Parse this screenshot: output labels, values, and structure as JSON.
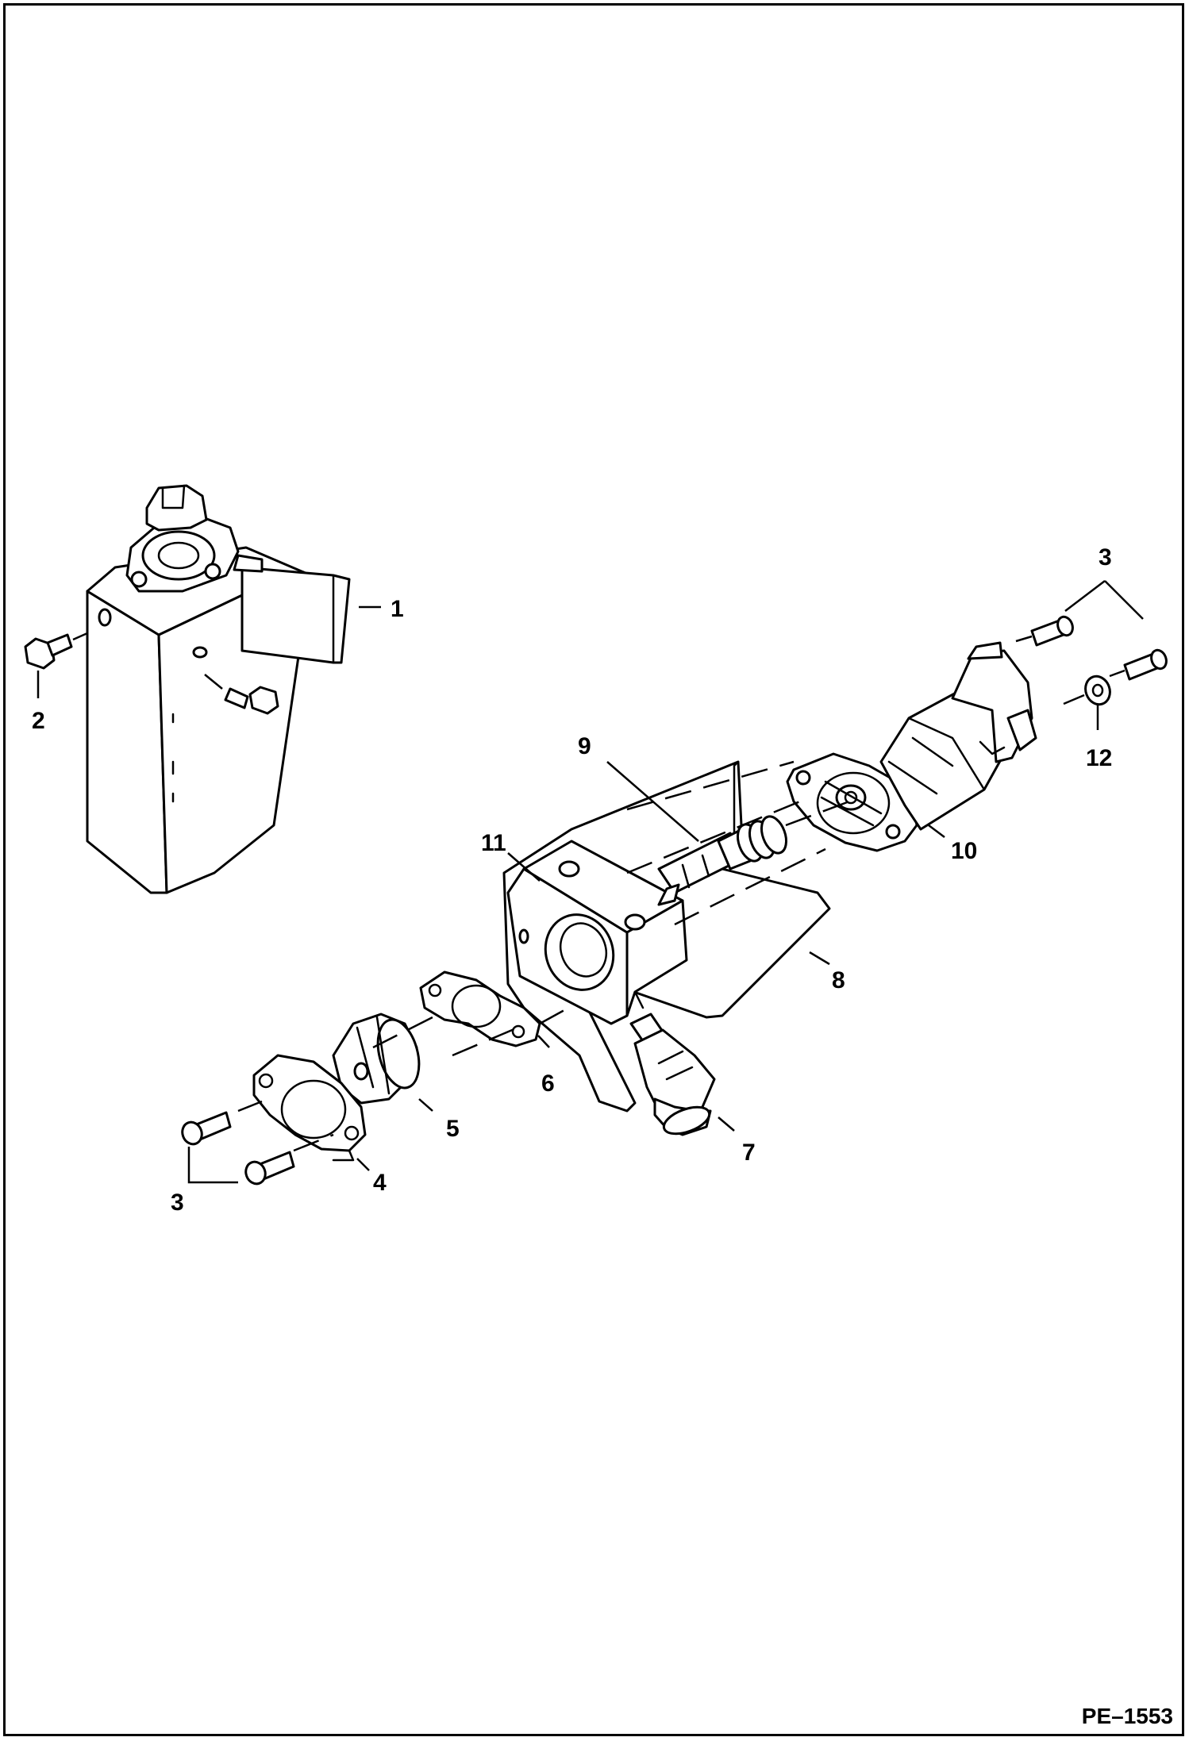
{
  "diagram": {
    "callouts": {
      "c1": "1",
      "c2": "2",
      "c3_top": "3",
      "c3_bottom": "3",
      "c4": "4",
      "c5": "5",
      "c6": "6",
      "c7": "7",
      "c8": "8",
      "c9": "9",
      "c10": "10",
      "c11": "11",
      "c12": "12"
    },
    "drawing_code": "PE–1553"
  }
}
